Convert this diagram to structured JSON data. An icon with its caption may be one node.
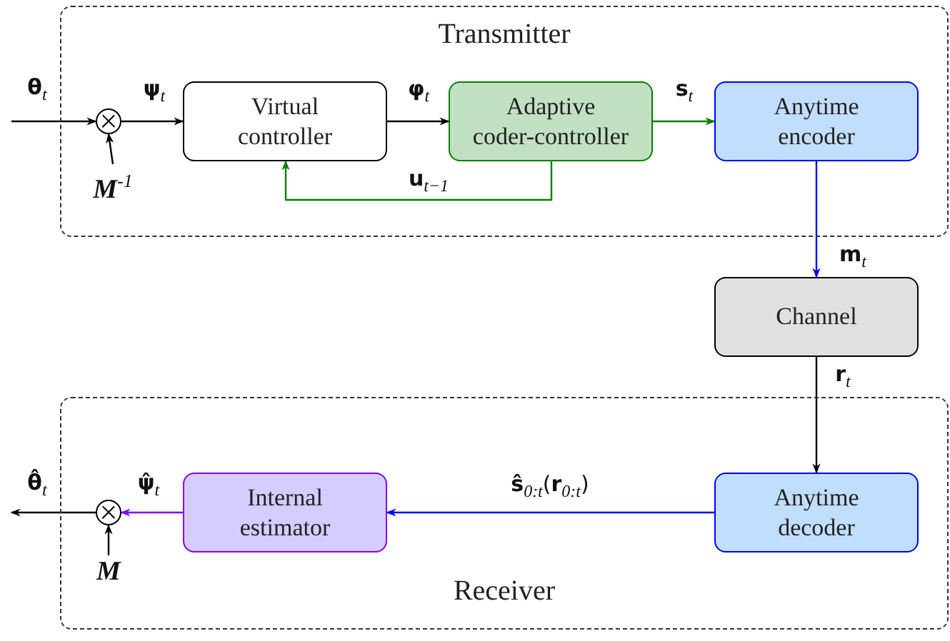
{
  "diagram": {
    "nodes": [
      {
        "text": [
          "Transmitter"
        ]
      },
      {
        "text": [],
        "shape": "circle",
        "in": 0
      },
      {
        "text": [
          "Virtual controller"
        ],
        "in": 0
      },
      {
        "text": [
          "Adaptive coder-controller"
        ],
        "in": 0
      },
      {
        "text": [
          "Anytime encoder"
        ],
        "in": 0
      },
      {
        "text": [
          "M$^{-1}$"
        ],
        "in": 0
      },
      {
        "text": [
          "Channel"
        ]
      },
      {
        "text": [
          "Receiver"
        ]
      },
      {
        "text": [
          "Anytime decoder"
        ],
        "in": 7
      },
      {
        "text": [
          "Internal estimator"
        ],
        "in": 7
      },
      {
        "text": [],
        "shape": "circle",
        "in": 7
      },
      {
        "text": [
          "M"
        ],
        "in": 7
      }
    ],
    "edges": [
      {
        "from": null,
        "to": 1,
        "arrow": "to",
        "label": "**θ**$_{t}$"
      },
      {
        "from": 5,
        "to": 1,
        "arrow": "to"
      },
      {
        "from": 1,
        "to": 2,
        "arrow": "to",
        "label": "**ψ**$_{t}$"
      },
      {
        "from": 2,
        "to": 3,
        "arrow": "to",
        "label": "**φ**$_{t}$"
      },
      {
        "from": 3,
        "to": 4,
        "arrow": "to",
        "label": "**s**$_{t}$",
        "color": "#008000"
      },
      {
        "from": 3,
        "to": 2,
        "arrow": "to",
        "label": "**u**$_{t−1}$",
        "color": "#008000"
      },
      {
        "from": 4,
        "to": 6,
        "arrow": "to",
        "label": "**m**$_{t}$",
        "color": "#0000ff"
      },
      {
        "from": 6,
        "to": 8,
        "arrow": "to",
        "label": "**r**$_{t}$"
      },
      {
        "from": 8,
        "to": 9,
        "arrow": "to",
        "label": "**ŝ**$_{0:t}$(**r**$_{0:t}$)",
        "color": "#0000ff"
      },
      {
        "from": 9,
        "to": 10,
        "arrow": "to",
        "label": "**ψ̂**$_{t}$",
        "color": "#8000ff"
      },
      {
        "from": 11,
        "to": 10,
        "arrow": "to"
      },
      {
        "from": 10,
        "to": null,
        "arrow": "to",
        "label": "**θ̂**$_{t}$"
      }
    ]
  }
}
